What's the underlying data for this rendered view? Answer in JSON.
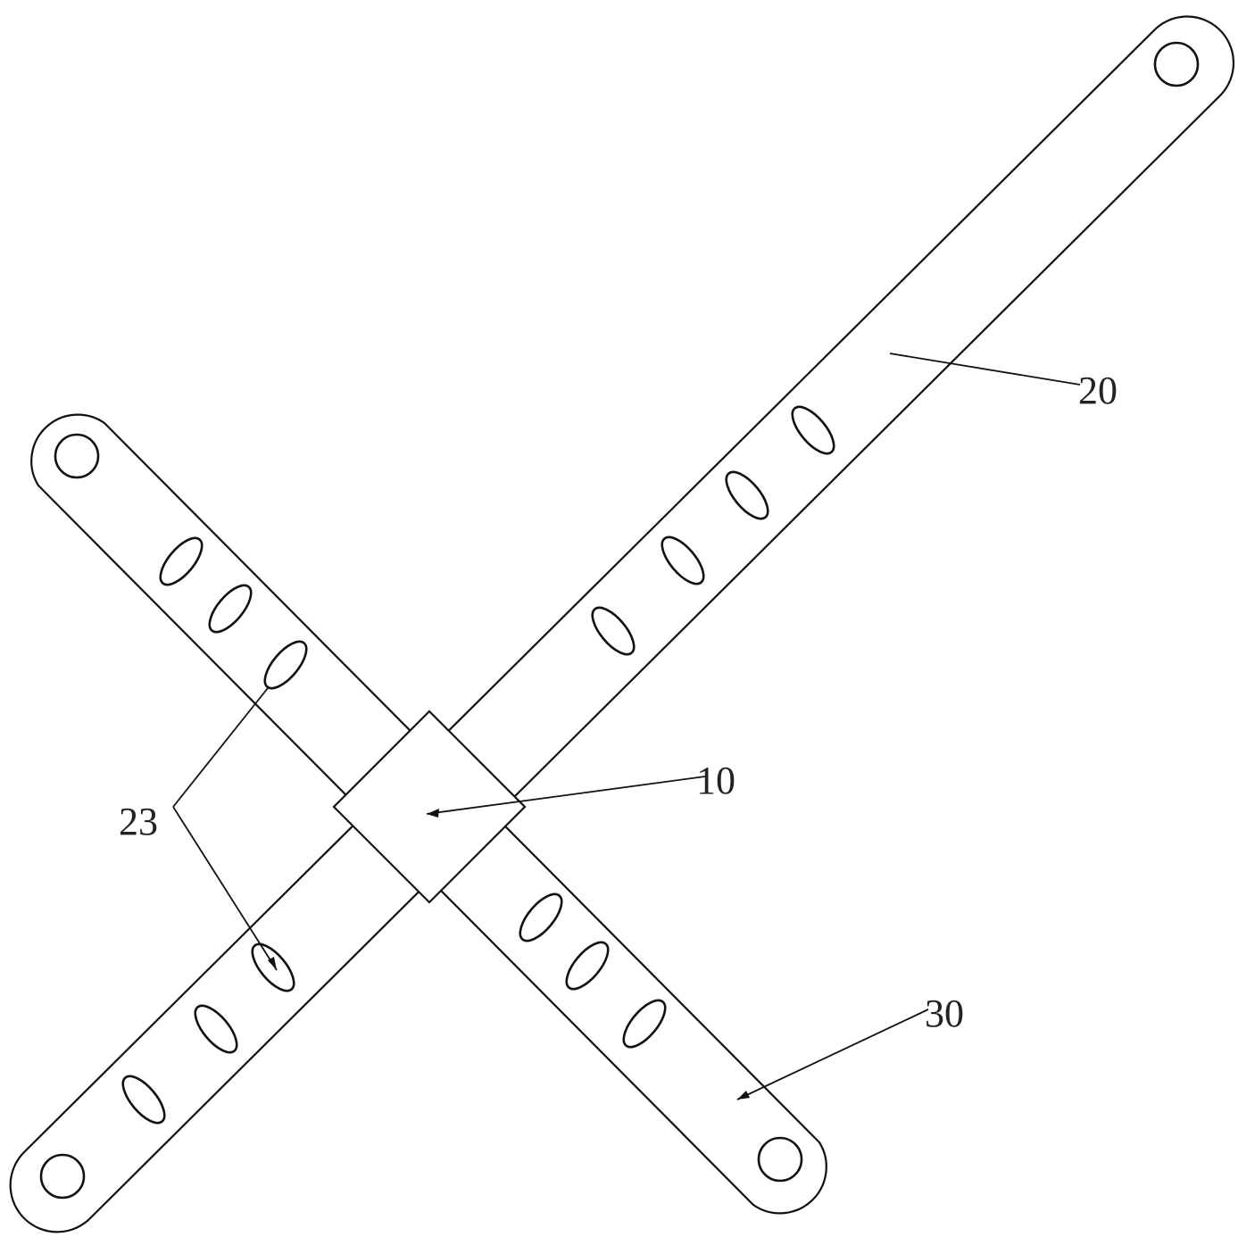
{
  "figure": {
    "labels": {
      "center_block": "10",
      "bar_one": "20",
      "slot": "23",
      "bar_two": "30"
    }
  }
}
